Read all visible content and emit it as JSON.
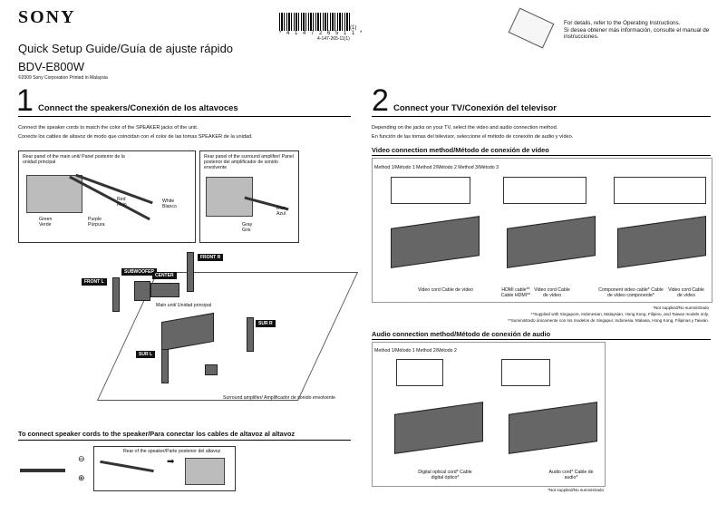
{
  "header": {
    "brand": "SONY",
    "barcode_digits": "* 4 1 4 7 2 6 5 1 1 *",
    "barcode_suffix": "(1)",
    "part_number": "4-147-265-11(1)",
    "refer_en": "For details, refer to the Operating Instructions.",
    "refer_es": "Si desea obtener más información, consulte el manual de instrucciones.",
    "title": "Quick Setup Guide/Guía de ajuste rápido",
    "model": "BDV-E800W",
    "copyright": "©2009 Sony Corporation   Printed in Malaysia"
  },
  "step1": {
    "number": "1",
    "heading": "Connect the speakers/Conexión de los altavoces",
    "line1": "Connect the speaker cords to match the color of the SPEAKER jacks of the unit.",
    "line2": "Conecte los cables de altavoz de modo que coincidan con el color de las tomas SPEAKER de la unidad.",
    "rear_main": "Rear panel of the main unit/ Panel posterior de la unidad principal",
    "rear_amp": "Rear panel of the surround amplifier/ Panel posterior del amplificador de sonido envolvente",
    "colors": {
      "red": "Red",
      "red_es": "Rojo",
      "white": "White",
      "white_es": "Blanco",
      "green": "Green",
      "green_es": "Verde",
      "purple": "Purple",
      "purple_es": "Púrpura",
      "blue": "Blue",
      "blue_es": "Azul",
      "gray": "Gray",
      "gray_es": "Gris"
    },
    "speakers": {
      "front_r": "FRONT R",
      "front_l": "FRONT L",
      "subwoofer": "SUBWOOFER",
      "center": "CENTER",
      "sur_r": "SUR R",
      "sur_l": "SUR L"
    },
    "main_unit": "Main unit/ Unidad principal",
    "surround_amp": "Surround amplifier/ Amplificador de sonido envolvente",
    "cords_heading": "To connect speaker cords to the speaker/Para conectar los cables de altavoz al altavoz",
    "rear_speaker": "Rear of the speaker/Parte posterior del altavoz"
  },
  "step2": {
    "number": "2",
    "heading": "Connect your TV/Conexión del televisor",
    "line1": "Depending on the jacks on your TV, select the video and audio connection method.",
    "line2": "En función de las tomas del televisor, seleccione el método de conexión de audio y vídeo.",
    "video_heading": "Video connection method/Método de conexión de vídeo",
    "video_methods": "Method 1/Método 1 Method 2/Método 2 Method 3/Método 3",
    "video_cord": "Video cord Cable de vídeo",
    "hdmi_cable": "HDMI cable** Cable HDMI**",
    "video_cord2": "Video cord Cable de vídeo",
    "component": "Component video cable* Cable de vídeo componente*",
    "video_cord3": "Video cord Cable de vídeo",
    "note1": "*Not supplied/No suministrado",
    "note2": "**Supplied with Singapore, Indonesian, Malaysian, Hong Kong, Filipino, and Taiwan models only.",
    "note3": "**Suministrado únicamente con los modelos de Singapur, Indonesia, Malasia, Hong Kong, Filipinas y Taiwán.",
    "audio_heading": "Audio connection method/Método de conexión de audio",
    "audio_methods": "Method 1/Método 1 Method 2/Método 2",
    "digital_optical": "Digital optical cord* Cable digital óptico*",
    "audio_cord": "Audio cord* Cable de audio*",
    "note4": "*Not supplied/No suministrado"
  }
}
